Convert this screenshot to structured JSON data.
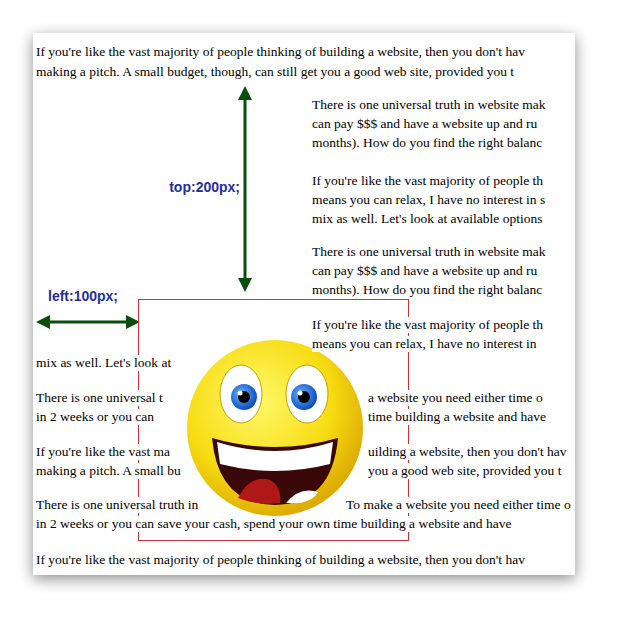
{
  "diagram": {
    "labels": [
      "If you're like the vast majority of people thinking of building a website, then you don't hav",
      "making a pitch. A small budget, though, can still get you a good web site, provided you t",
      "There is one universal truth in website mak",
      "can pay $$$ and have a website up and ru",
      "months). How do you find the right balanc",
      "If you're like the vast majority of people th",
      "top:200px;",
      "means you can relax, I have no interest in s",
      "mix as well. Let's look at available options",
      "There is one universal truth in website mak",
      "can pay $$$ and have a website up and ru",
      "months). How do you find the right balanc",
      "left:100px;",
      "If you're like the vast majority of people th",
      "means you can relax, I have no interest in",
      "mix as well. Let's look at",
      "There is one universal t",
      "a website you need either time o",
      "in 2 weeks or you can",
      "time building a website and have",
      "If you're like the vast ma",
      "uilding a website, then you don't hav",
      "making a pitch. A small bu",
      "you a good web site, provided you t",
      "There is one universal truth in",
      "To make a website you need either time o",
      "in 2 weeks or you can save your cash, spend your own time building a website and have",
      "If you're like the vast majority of people thinking of building a website, then you don't hav"
    ]
  }
}
